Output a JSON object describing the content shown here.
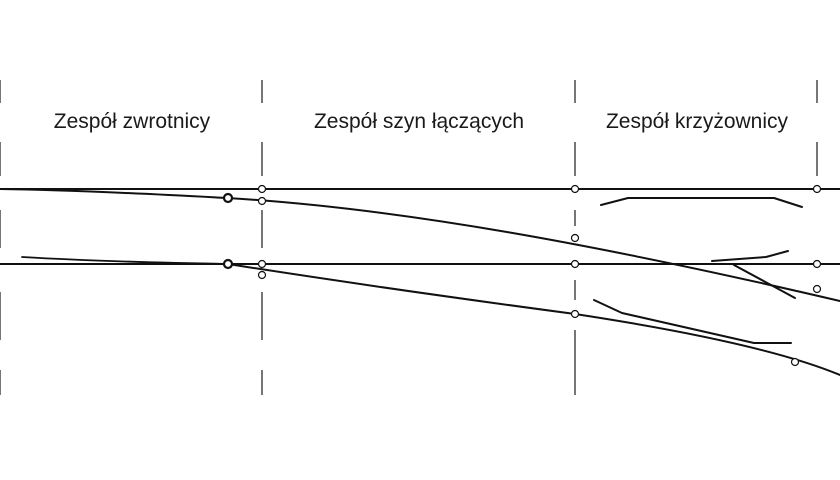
{
  "sections": [
    {
      "label": "Zespół zwrotnicy"
    },
    {
      "label": "Zespół szyn łączących"
    },
    {
      "label": "Zespół krzyżownicy"
    }
  ]
}
